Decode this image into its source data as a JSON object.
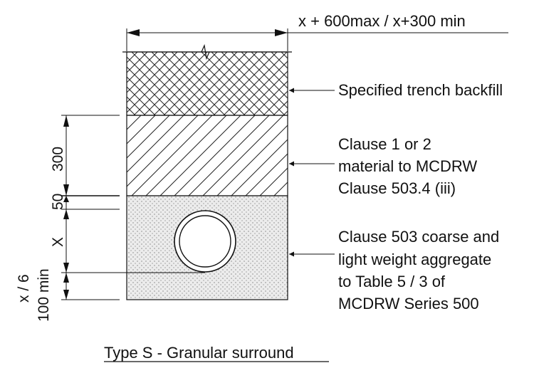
{
  "diagram": {
    "top_dimension": "x + 600max / x+300 min",
    "labels": {
      "backfill": "Specified trench backfill",
      "clause_line1": "Clause 1 or 2",
      "clause_line2": "material to MCDRW",
      "clause_line3": "Clause 503.4 (iii)",
      "coarse_line1": "Clause 503 coarse and",
      "coarse_line2": "light weight aggregate",
      "coarse_line3": "to Table 5 / 3 of",
      "coarse_line4": "MCDRW Series 500"
    },
    "vertical_dims": {
      "d300": "300",
      "d50": "50",
      "dX": "X",
      "dx6": "x / 6",
      "d100min": "100 min"
    },
    "caption": "Type S - Granular surround"
  }
}
